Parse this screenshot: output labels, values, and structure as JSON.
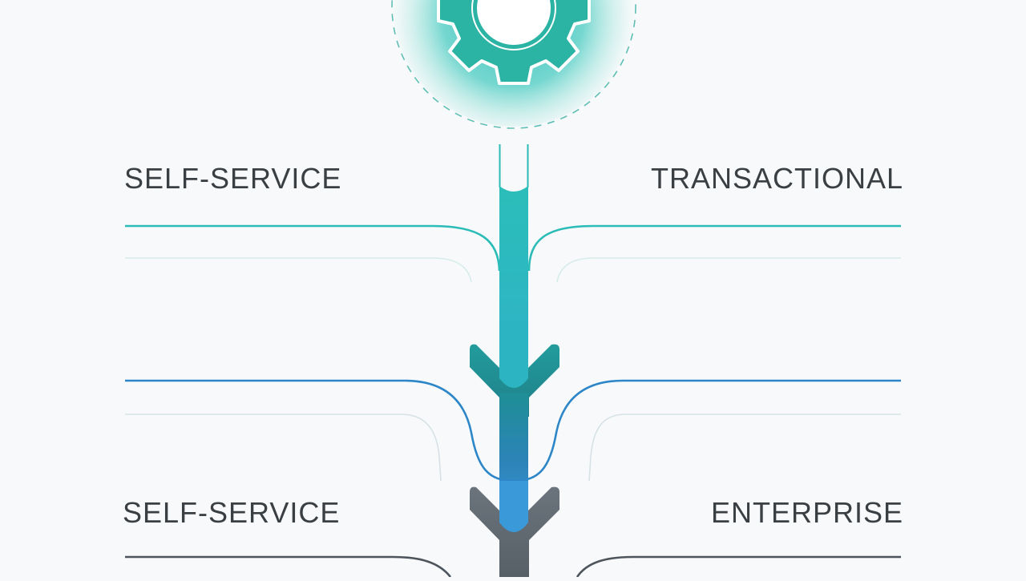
{
  "diagram": {
    "hub_icon": "gear-icon",
    "colors": {
      "background": "#f7f9fa",
      "teal": "#2bbcb8",
      "teal_dark": "#1f9a9a",
      "blue": "#2d86c8",
      "blue_light": "#3a9ad9",
      "gray": "#5f676f",
      "gray_light": "#c9d3d6",
      "text": "#3a3f44"
    },
    "tiers": [
      {
        "left_label": "SELF-SERVICE",
        "right_label": "TRANSACTIONAL",
        "color": "#2bbcb8"
      },
      {
        "left_label": "",
        "right_label": "",
        "color": "#2d86c8"
      },
      {
        "left_label": "SELF-SERVICE",
        "right_label": "ENTERPRISE",
        "color": "#5f676f"
      }
    ]
  }
}
